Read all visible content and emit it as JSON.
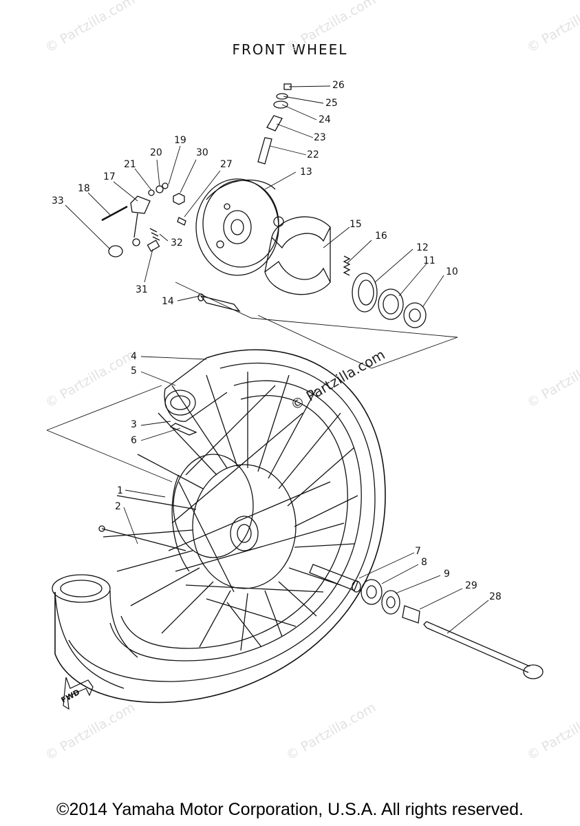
{
  "title": "FRONT WHEEL",
  "copyright": "©2014 Yamaha Motor Corporation, U.S.A. All rights reserved.",
  "watermark": "© Partzilla.com",
  "fwd_label": "FWD",
  "callouts": [
    "1",
    "2",
    "3",
    "4",
    "5",
    "6",
    "7",
    "8",
    "9",
    "10",
    "11",
    "12",
    "13",
    "14",
    "15",
    "16",
    "17",
    "18",
    "19",
    "20",
    "21",
    "22",
    "23",
    "24",
    "25",
    "26",
    "27",
    "28",
    "29",
    "30",
    "31",
    "32",
    "33"
  ]
}
